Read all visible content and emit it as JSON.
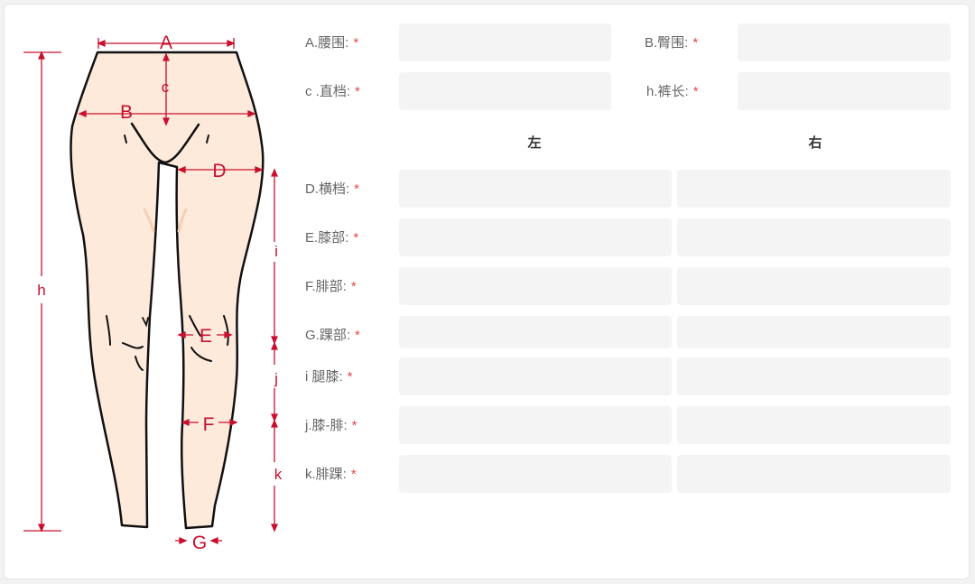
{
  "diagram": {
    "letters": {
      "A": "A",
      "B": "B",
      "c": "c",
      "D": "D",
      "E": "E",
      "F": "F",
      "G": "G",
      "h": "h",
      "i": "i",
      "j": "j",
      "k": "k"
    },
    "colors": {
      "accent": "#c8102e",
      "skin": "#fdeadb",
      "outline": "#111111"
    }
  },
  "form": {
    "required_mark": "*",
    "top_fields": [
      {
        "label": "A.腰围:",
        "value": ""
      },
      {
        "label": "B.臀围:",
        "value": ""
      },
      {
        "label": "c .直档:",
        "value": ""
      },
      {
        "label": "h.裤长:",
        "value": ""
      }
    ],
    "column_headers": {
      "left": "左",
      "right": "右"
    },
    "paired_fields": [
      {
        "label": "D.横档:",
        "left": "",
        "right": ""
      },
      {
        "label": "E.膝部:",
        "left": "",
        "right": ""
      },
      {
        "label": "F.腓部:",
        "left": "",
        "right": ""
      },
      {
        "label": "G.踝部:",
        "left": "",
        "right": ""
      },
      {
        "label": "i 腿膝:",
        "left": "",
        "right": ""
      },
      {
        "label": "j.膝-腓:",
        "left": "",
        "right": ""
      },
      {
        "label": "k.腓踝:",
        "left": "",
        "right": ""
      }
    ]
  }
}
